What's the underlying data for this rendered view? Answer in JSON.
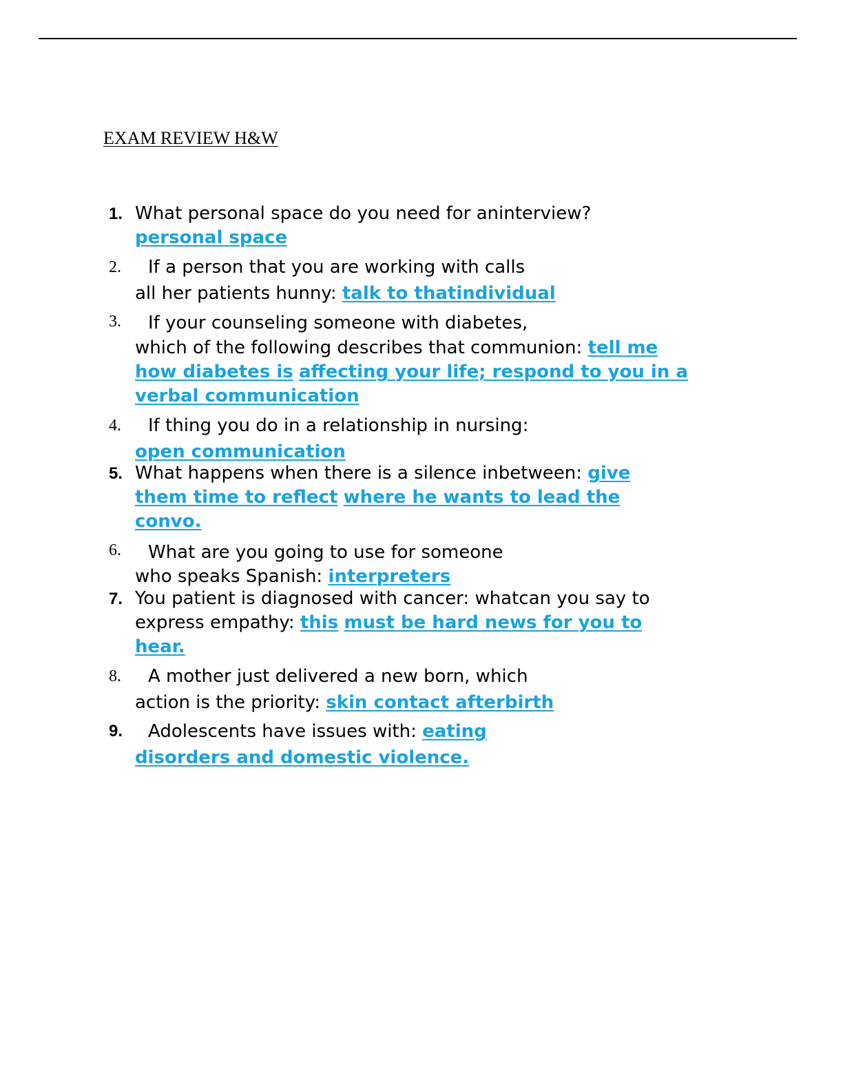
{
  "document": {
    "title": "EXAM REVIEW H&W",
    "questions": [
      {
        "number": "1.",
        "lines": [
          "What personal space do you need for aninterview?"
        ],
        "answers": [
          "personal space"
        ]
      },
      {
        "number": "2.",
        "lines": [
          "If a person that you are working with calls",
          "all her patients hunny: "
        ],
        "answers": [
          "talk to thatindividual"
        ]
      },
      {
        "number": "3.",
        "lines": [
          "If your counseling someone with diabetes,",
          "which of the following describes that communion: "
        ],
        "answers": [
          "tell me ",
          "how diabetes is",
          "affecting your life; respond to you in a",
          "verbal communication"
        ]
      },
      {
        "number": "4.",
        "lines": [
          "If thing you do in a relationship in nursing:"
        ],
        "answers": [
          "open communication"
        ]
      },
      {
        "number": "5.",
        "lines": [
          "What happens when there is a silence inbetween: "
        ],
        "answers": [
          "give ",
          "them time to reflect",
          "where he wants to lead the ",
          "convo."
        ]
      },
      {
        "number": "6.",
        "lines": [
          "What are you going to use for someone",
          "who speaks Spanish: "
        ],
        "answers": [
          "interpreters"
        ]
      },
      {
        "number": "7.",
        "lines": [
          "You patient is diagnosed with cancer: whatcan you say to",
          "express empathy: "
        ],
        "answers": [
          "this",
          "must be hard news for you to ",
          "hear."
        ]
      },
      {
        "number": "8.",
        "lines": [
          "A mother just delivered a new born, which",
          "action is the priority: "
        ],
        "answers": [
          "skin contact afterbirth"
        ]
      },
      {
        "number": "9.",
        "lines": [
          "Adolescents have issues with: "
        ],
        "answers": [
          "eating",
          "disorders and domestic violence."
        ]
      }
    ]
  }
}
